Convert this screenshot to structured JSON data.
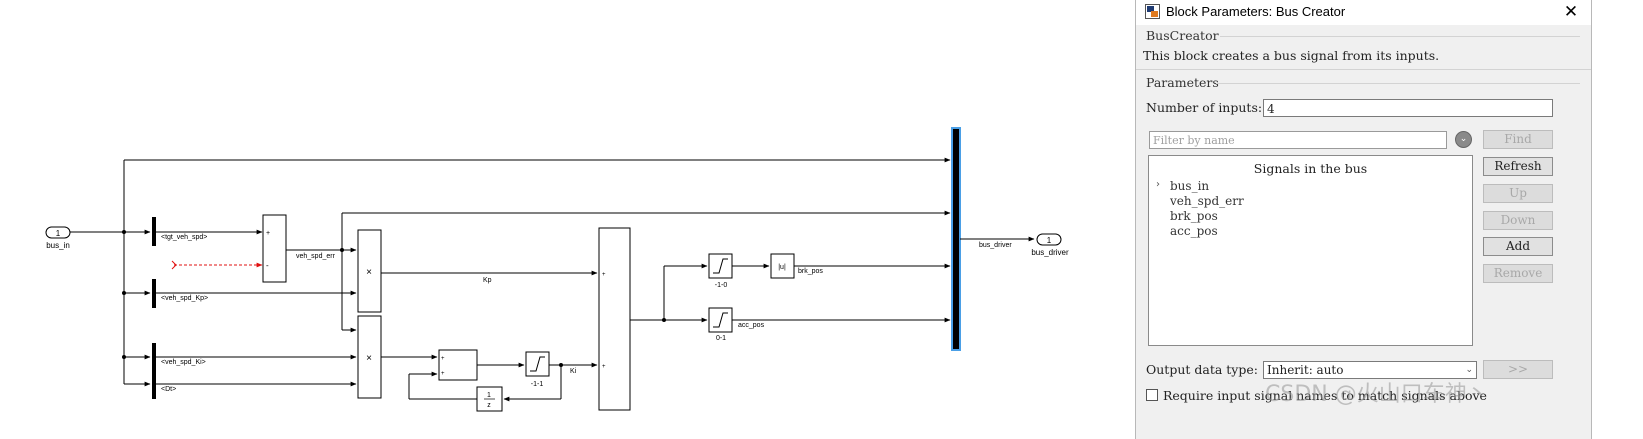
{
  "diagram": {
    "ports": {
      "in": {
        "number": "1",
        "label": "bus_in"
      },
      "out": {
        "number": "1",
        "label": "bus_driver"
      }
    },
    "selector_outputs": [
      "<tgt_veh_spd>",
      "<veh_spd_Kp>",
      "<veh_spd_Ki>",
      "<Dt>"
    ],
    "sum_signs": {
      "plus": "+",
      "minus": "-"
    },
    "signals": {
      "veh_spd_err": "veh_spd_err",
      "kp": "Kp",
      "ki": "Ki",
      "brk_pos": "brk_pos",
      "acc_pos": "acc_pos",
      "bus_driver": "bus_driver"
    },
    "blocks": {
      "product_symbol": "×",
      "abs_symbol": "|u|",
      "delay_num": "1",
      "delay_den": "z",
      "sat_brk_limits": "-1-0",
      "sat_acc_limits": "0-1",
      "sat_ki_limits": "-1-1"
    }
  },
  "dialog": {
    "title": "Block Parameters: Bus Creator",
    "group_name": "BusCreator",
    "description": "This block creates a bus signal from its inputs.",
    "params_group": "Parameters",
    "num_inputs_label": "Number of inputs:",
    "num_inputs_value": "4",
    "filter_placeholder": "Filter by name",
    "buttons": {
      "find": "Find",
      "refresh": "Refresh",
      "up": "Up",
      "down": "Down",
      "add": "Add",
      "remove": "Remove",
      "more": ">>"
    },
    "signals_header": "Signals in the bus",
    "signals": [
      "bus_in",
      "veh_spd_err",
      "brk_pos",
      "acc_pos"
    ],
    "output_type_label": "Output data type:",
    "output_type_value": "Inherit: auto",
    "require_names_label": "Require input signal names to match signals above",
    "require_names_checked": false
  },
  "watermark": "CSDN @火山口车神丶",
  "colors": {
    "bus_highlight": "#4a9fe6",
    "error_line": "#e01010"
  }
}
